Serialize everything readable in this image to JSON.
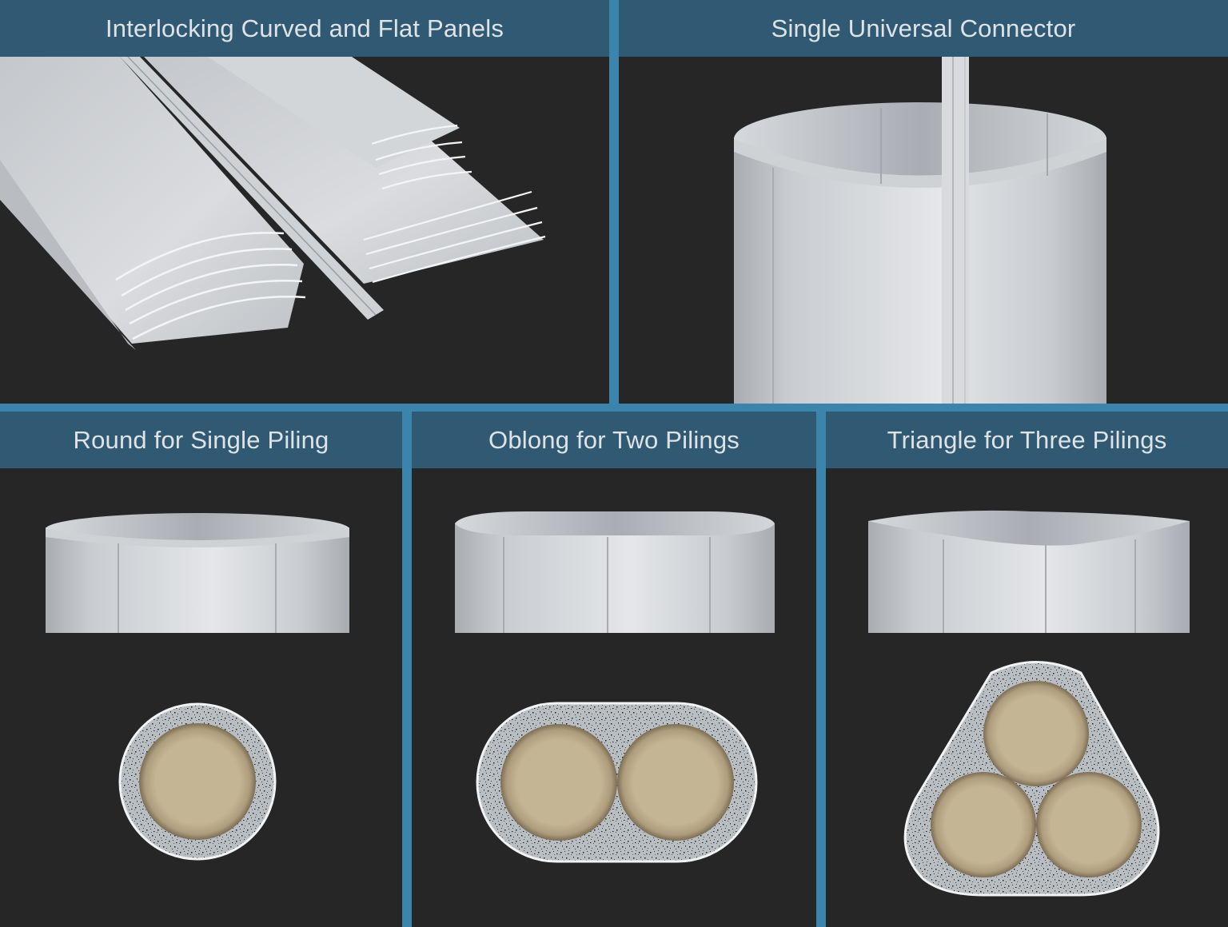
{
  "colors": {
    "frame_blue": "#3b84ac",
    "header_bg": "#305a73",
    "header_text": "#dfe3e6",
    "panel_bg": "#262626",
    "metal": "#d2d5d8",
    "grout": "#b9bec2",
    "piling": "#c4b595"
  },
  "panels": [
    {
      "title": "Interlocking Curved and Flat Panels",
      "image": "stacked-aluminum-panels"
    },
    {
      "title": "Single Universal Connector",
      "image": "cylindrical-sleeve-with-connector"
    },
    {
      "title": "Round for Single Piling",
      "image": "round-sleeve",
      "pilings": 1
    },
    {
      "title": "Oblong for Two Pilings",
      "image": "oblong-sleeve",
      "pilings": 2
    },
    {
      "title": "Triangle for Three Pilings",
      "image": "triangular-sleeve",
      "pilings": 3
    }
  ]
}
